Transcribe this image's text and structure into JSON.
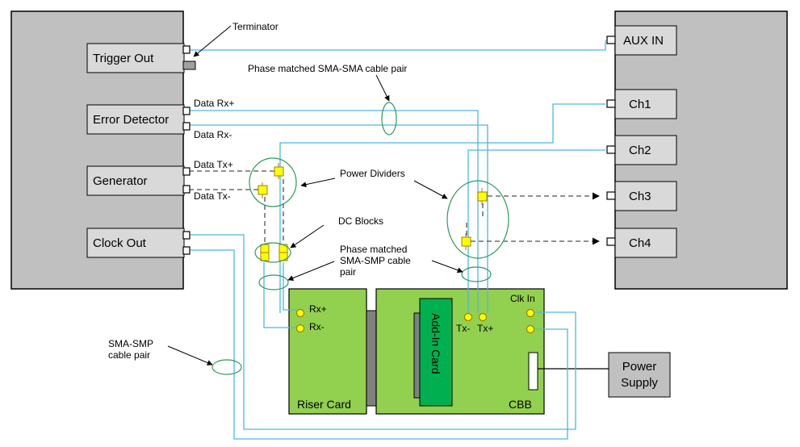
{
  "left_instrument": {
    "modules": {
      "trigger_out": "Trigger Out",
      "error_detector": "Error Detector",
      "generator": "Generator",
      "clock_out": "Clock Out"
    },
    "port_labels": {
      "data_rx_plus": "Data Rx+",
      "data_rx_minus": "Data Rx-",
      "data_tx_plus": "Data Tx+",
      "data_tx_minus": "Data Tx-"
    }
  },
  "right_instrument": {
    "channels": {
      "aux_in": "AUX IN",
      "ch1": "Ch1",
      "ch2": "Ch2",
      "ch3": "Ch3",
      "ch4": "Ch4"
    }
  },
  "annotations": {
    "terminator": "Terminator",
    "phase_matched_sma_sma": "Phase matched SMA-SMA cable pair",
    "power_dividers": "Power Dividers",
    "dc_blocks": "DC Blocks",
    "phase_matched_sma_smp_line1": "Phase matched",
    "phase_matched_sma_smp_line2": "SMA-SMP cable",
    "phase_matched_sma_smp_line3": "pair",
    "sma_smp_line1": "SMA-SMP",
    "sma_smp_line2": "cable pair"
  },
  "riser_card": {
    "title": "Riser Card",
    "rx_plus": "Rx+",
    "rx_minus": "Rx-"
  },
  "cbb": {
    "title": "CBB",
    "clk_in": "Clk In",
    "tx_minus": "Tx-",
    "tx_plus": "Tx+",
    "add_in_card": "Add-In Card"
  },
  "power_supply": {
    "line1": "Power",
    "line2": "Supply"
  },
  "colors": {
    "instrument_fill": "#c0c0c0",
    "module_fill": "#d9d9d9",
    "cable": "#4db8e0",
    "ellipse": "#2e9a5c",
    "card_fill": "#92d050",
    "add_in_fill": "#00b050",
    "connector": "#ffff00",
    "connector_stroke": "#a08000"
  }
}
